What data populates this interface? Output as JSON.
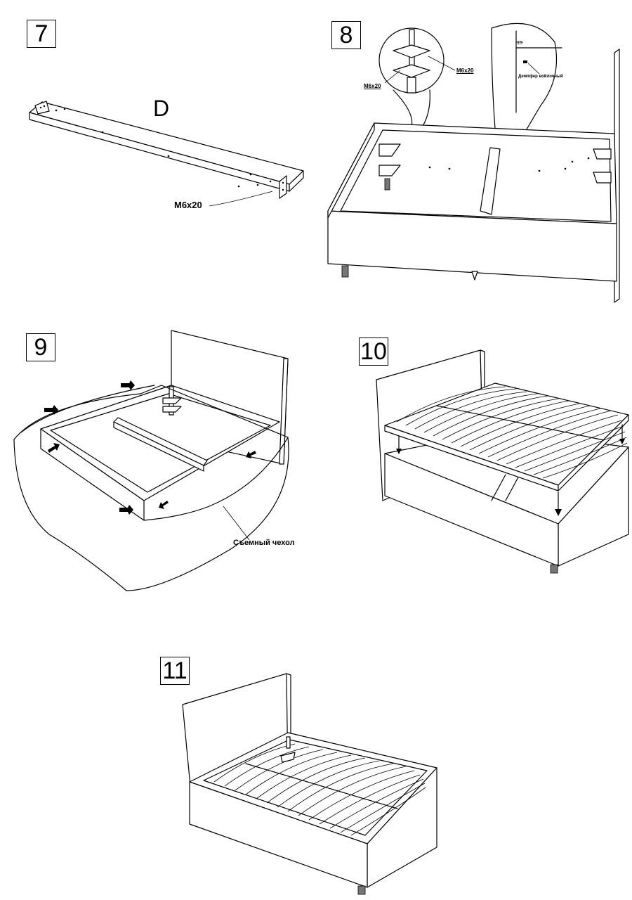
{
  "steps": {
    "s7": {
      "number": "7",
      "part_letter": "D",
      "screw_label": "M6x20"
    },
    "s8": {
      "number": "8",
      "screw_left": "M6x20",
      "screw_right": "M6x20",
      "dim_label": "15",
      "damper_label": "Демпфер войлочный"
    },
    "s9": {
      "number": "9",
      "cover_label": "Съемный чехол"
    },
    "s10": {
      "number": "10"
    },
    "s11": {
      "number": "11"
    }
  }
}
